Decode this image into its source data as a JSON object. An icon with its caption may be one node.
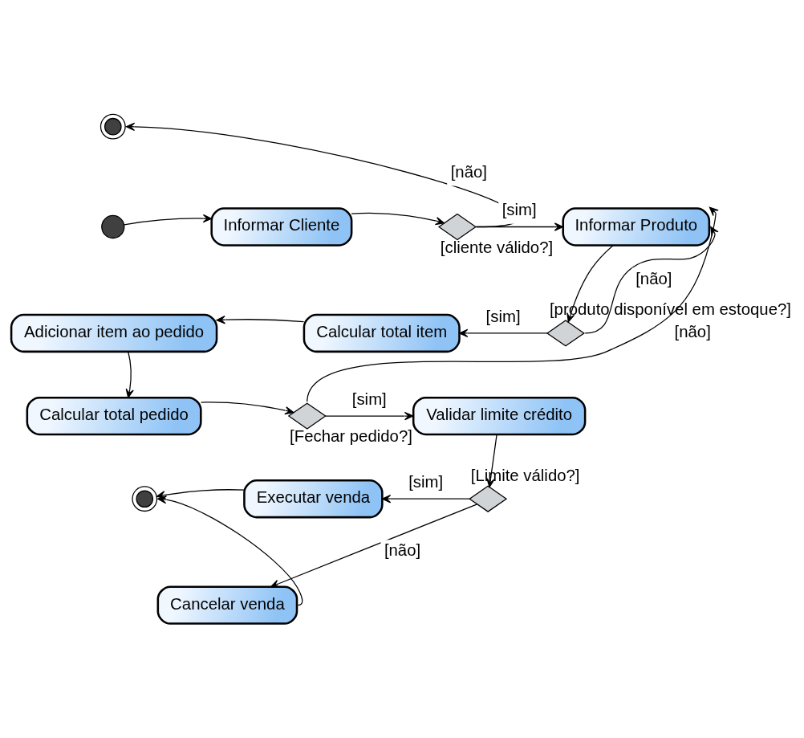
{
  "diagram": {
    "nodes": [
      {
        "text": [],
        "shape": "circle"
      },
      {
        "text": [],
        "shape": "circle"
      },
      {
        "text": [
          "Informar Cliente"
        ]
      },
      {
        "text": [],
        "shape": "diamond",
        "beside": [
          "[cliente válido?]"
        ]
      },
      {
        "text": [
          "Informar Produto"
        ]
      },
      {
        "text": [
          "Adicionar item ao pedido"
        ]
      },
      {
        "text": [
          "Calcular total item"
        ]
      },
      {
        "text": [],
        "shape": "diamond",
        "beside": [
          "[produto disponível em estoque?]"
        ]
      },
      {
        "text": [
          "Calcular total pedido"
        ]
      },
      {
        "text": [],
        "shape": "diamond",
        "beside": [
          "[Fechar pedido?]"
        ]
      },
      {
        "text": [
          "Validar limite crédito"
        ]
      },
      {
        "text": [
          "Executar venda"
        ]
      },
      {
        "text": [],
        "shape": "circle"
      },
      {
        "text": [],
        "shape": "diamond",
        "beside": [
          "[Limite válido?]"
        ]
      },
      {
        "text": [
          "Cancelar venda"
        ]
      }
    ],
    "edges": [
      {
        "from": 1,
        "to": 2,
        "arrow": "to"
      },
      {
        "from": 2,
        "to": 3,
        "arrow": "to"
      },
      {
        "from": 3,
        "to": 0,
        "arrow": "to",
        "label": "[não]"
      },
      {
        "from": 3,
        "to": 4,
        "arrow": "to",
        "label": "[sim]"
      },
      {
        "from": 4,
        "to": 7,
        "arrow": "to"
      },
      {
        "from": 7,
        "to": 4,
        "arrow": "to",
        "label": "[não]"
      },
      {
        "from": 7,
        "to": 6,
        "arrow": "to",
        "label": "[sim]"
      },
      {
        "from": 6,
        "to": 5,
        "arrow": "to"
      },
      {
        "from": 5,
        "to": 8,
        "arrow": "to"
      },
      {
        "from": 8,
        "to": 9,
        "arrow": "to"
      },
      {
        "from": 9,
        "to": 10,
        "arrow": "to",
        "label": "[sim]"
      },
      {
        "from": 9,
        "to": 4,
        "arrow": "to",
        "label": "[não]"
      },
      {
        "from": 10,
        "to": 13,
        "arrow": "to"
      },
      {
        "from": 13,
        "to": 11,
        "arrow": "to",
        "label": "[sim]"
      },
      {
        "from": 13,
        "to": 14,
        "arrow": "to",
        "label": "[não]"
      },
      {
        "from": 11,
        "to": 12,
        "arrow": "to"
      },
      {
        "from": 14,
        "to": 12,
        "arrow": "to"
      }
    ]
  }
}
